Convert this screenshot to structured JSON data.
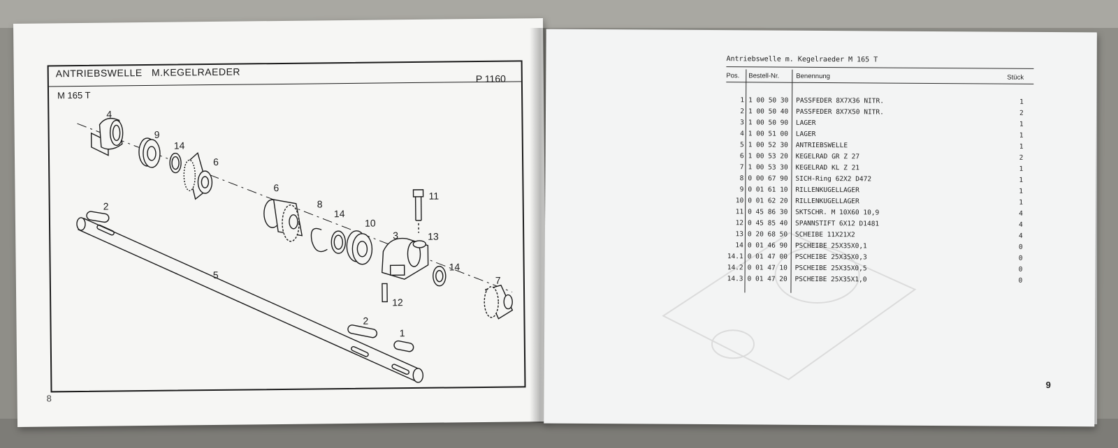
{
  "left_page": {
    "title_1": "ANTRIEBSWELLE",
    "title_2": "M.KEGELRAEDER",
    "model": "M 165 T",
    "plate_code": "P 1160",
    "page_number": "8",
    "callouts": {
      "c1": "1",
      "c2a": "2",
      "c2b": "2",
      "c3": "3",
      "c4": "4",
      "c5": "5",
      "c6a": "6",
      "c6b": "6",
      "c7": "7",
      "c8": "8",
      "c9": "9",
      "c10": "10",
      "c11": "11",
      "c12": "12",
      "c13": "13",
      "c14a": "14",
      "c14b": "14",
      "c14c": "14"
    }
  },
  "right_page": {
    "title": "Antriebswelle m. Kegelraeder  M 165 T",
    "page_number": "9",
    "columns": {
      "pos": "Pos.",
      "nr": "Bestell-Nr.",
      "name": "Benennung",
      "qty": "Stück"
    },
    "rows": [
      {
        "pos": "1",
        "nr": "1 00 50 30",
        "name": "PASSFEDER 8X7X36 NITR.",
        "qty": "1"
      },
      {
        "pos": "2",
        "nr": "1 00 50 40",
        "name": "PASSFEDER 8X7X50 NITR.",
        "qty": "2"
      },
      {
        "pos": "3",
        "nr": "1 00 50 90",
        "name": "LAGER",
        "qty": "1"
      },
      {
        "pos": "4",
        "nr": "1 00 51 00",
        "name": "LAGER",
        "qty": "1"
      },
      {
        "pos": "5",
        "nr": "1 00 52 30",
        "name": "ANTRIEBSWELLE",
        "qty": "1"
      },
      {
        "pos": "6",
        "nr": "1 00 53 20",
        "name": "KEGELRAD GR Z 27",
        "qty": "2"
      },
      {
        "pos": "7",
        "nr": "1 00 53 30",
        "name": "KEGELRAD KL Z 21",
        "qty": "1"
      },
      {
        "pos": "8",
        "nr": "0 00 67 90",
        "name": "SICH-Ring 62X2  D472",
        "qty": "1"
      },
      {
        "pos": "9",
        "nr": "0 01 61 10",
        "name": "RILLENKUGELLAGER",
        "qty": "1"
      },
      {
        "pos": "10",
        "nr": "0 01 62 20",
        "name": "RILLENKUGELLAGER",
        "qty": "1"
      },
      {
        "pos": "11",
        "nr": "0 45 86 30",
        "name": "SKTSCHR. M 10X60  10,9",
        "qty": "4"
      },
      {
        "pos": "12",
        "nr": "0 45 85 40",
        "name": "SPANNSTIFT 6X12  D1481",
        "qty": "4"
      },
      {
        "pos": "13",
        "nr": "0 20 68 50",
        "name": "SCHEIBE 11X21X2",
        "qty": "4"
      },
      {
        "pos": "14",
        "nr": "0 01 46 90",
        "name": "PSCHEIBE 25X35X0,1",
        "qty": "0"
      },
      {
        "pos": "14.1",
        "nr": "0 01 47 00",
        "name": "PSCHEIBE 25X35X0,3",
        "qty": "0"
      },
      {
        "pos": "14.2",
        "nr": "0 01 47 10",
        "name": "PSCHEIBE 25X35X0,5",
        "qty": "0"
      },
      {
        "pos": "14.3",
        "nr": "0 01 47 20",
        "name": "PSCHEIBE 25X35X1,0",
        "qty": "0"
      }
    ]
  }
}
